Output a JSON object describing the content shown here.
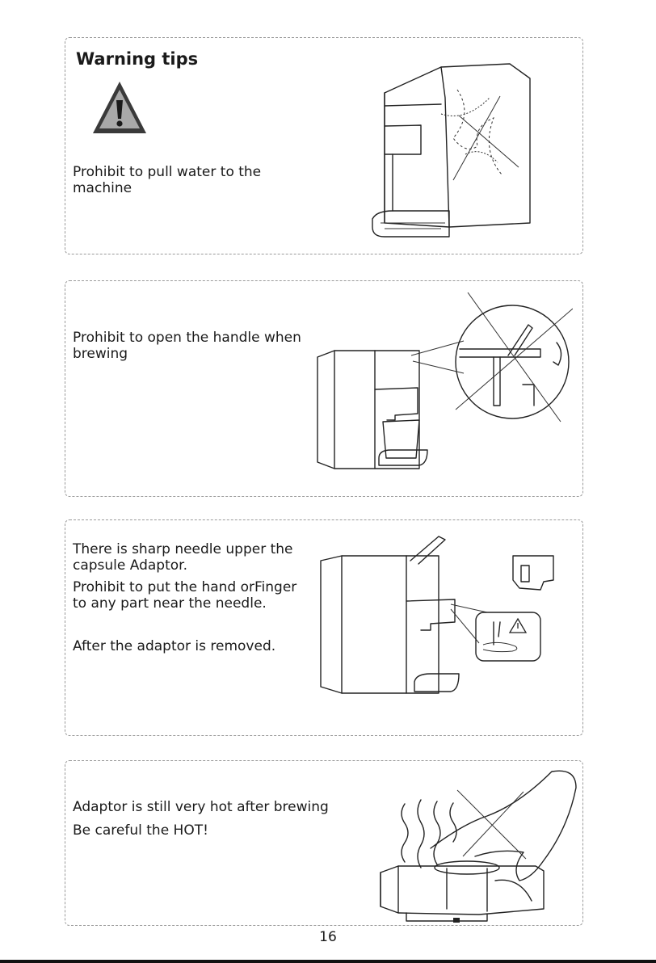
{
  "panels": [
    {
      "title": "Warning tips",
      "lines": [
        "Prohibit to pull water to the machine"
      ]
    },
    {
      "lines": [
        "Prohibit to open the handle when brewing"
      ]
    },
    {
      "lines": [
        "There is sharp needle upper the capsule Adaptor.",
        "Prohibit to put the hand orFinger to any part near the needle.",
        "After the adaptor is removed."
      ]
    },
    {
      "lines": [
        "Adaptor is still very hot after brewing",
        "Be careful the HOT!"
      ]
    }
  ],
  "page_number": "16",
  "icons": [
    "warning-triangle-icon",
    "cross-mark-icon"
  ]
}
